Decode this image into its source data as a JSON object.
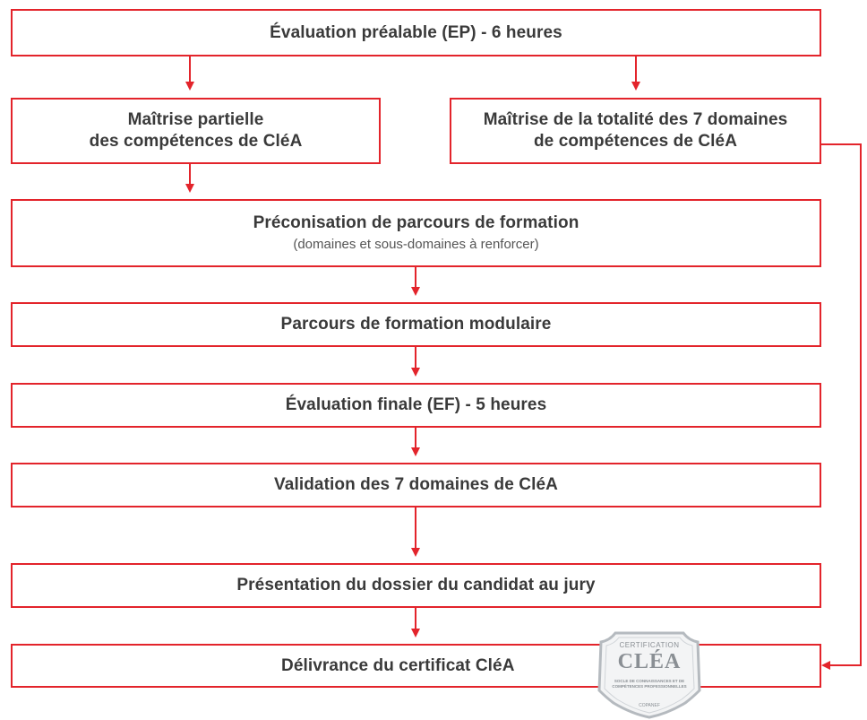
{
  "colors": {
    "accent": "#e3242b",
    "text": "#3a3a3a"
  },
  "steps": {
    "ep": {
      "title": "Évaluation préalable (EP) - 6 heures"
    },
    "partial": {
      "line1": "Maîtrise partielle",
      "line2": "des compétences de CléA"
    },
    "total": {
      "line1": "Maîtrise de la totalité des 7 domaines",
      "line2": "de compétences de CléA"
    },
    "preco": {
      "title": "Préconisation de parcours de formation",
      "subtitle": "(domaines et sous-domaines à renforcer)"
    },
    "parcours": {
      "title": "Parcours de formation modulaire"
    },
    "ef": {
      "title": "Évaluation finale (EF) - 5 heures"
    },
    "validation": {
      "title": "Validation des 7 domaines de CléA"
    },
    "presentation": {
      "title": "Présentation du dossier du candidat au jury"
    },
    "delivrance": {
      "title": "Délivrance du certificat CléA"
    }
  },
  "badge": {
    "heading": "CERTIFICATION",
    "name": "CLÉA",
    "description": "SOCLE DE CONNAISSANCES ET DE COMPÉTENCES PROFESSIONNELLES",
    "footer": "COPANEF"
  }
}
